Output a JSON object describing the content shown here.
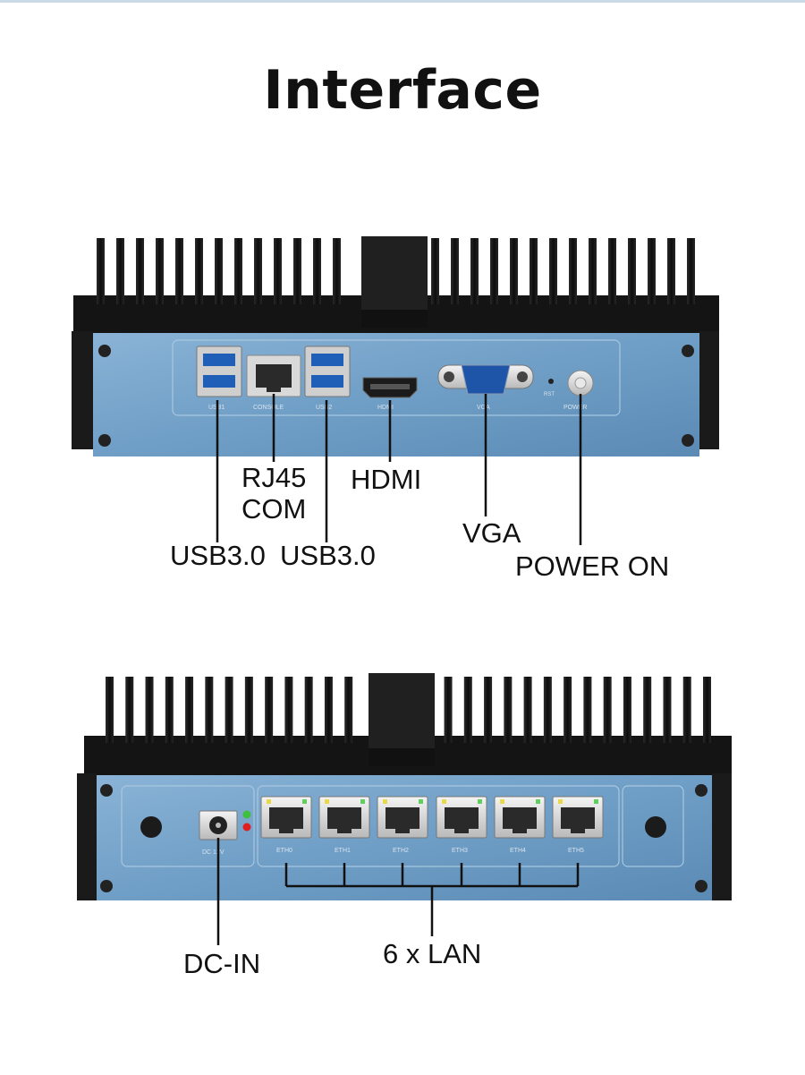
{
  "title": "Interface",
  "front_panel": {
    "port_labels": {
      "usb1": "USB1",
      "console": "CONSOLE",
      "usb2": "USB2",
      "hdmi": "HDMI",
      "vga": "VGA",
      "rst": "RST",
      "power": "POWER"
    },
    "callouts": {
      "usb_left": "USB3.0",
      "rj45_line1": "RJ45",
      "rj45_line2": "COM",
      "usb_right": "USB3.0",
      "hdmi": "HDMI",
      "vga": "VGA",
      "power": "POWER ON"
    }
  },
  "rear_panel": {
    "port_labels": {
      "dc": "DC 12V",
      "eth": [
        "ETH0",
        "ETH1",
        "ETH2",
        "ETH3",
        "ETH4",
        "ETH5"
      ]
    },
    "callouts": {
      "dc_in": "DC-IN",
      "lan": "6 x LAN"
    }
  },
  "colors": {
    "panel_blue": "#6f9ec6",
    "heatsink_black": "#151515",
    "led_green": "#3fbf3f",
    "led_red": "#e02020"
  }
}
